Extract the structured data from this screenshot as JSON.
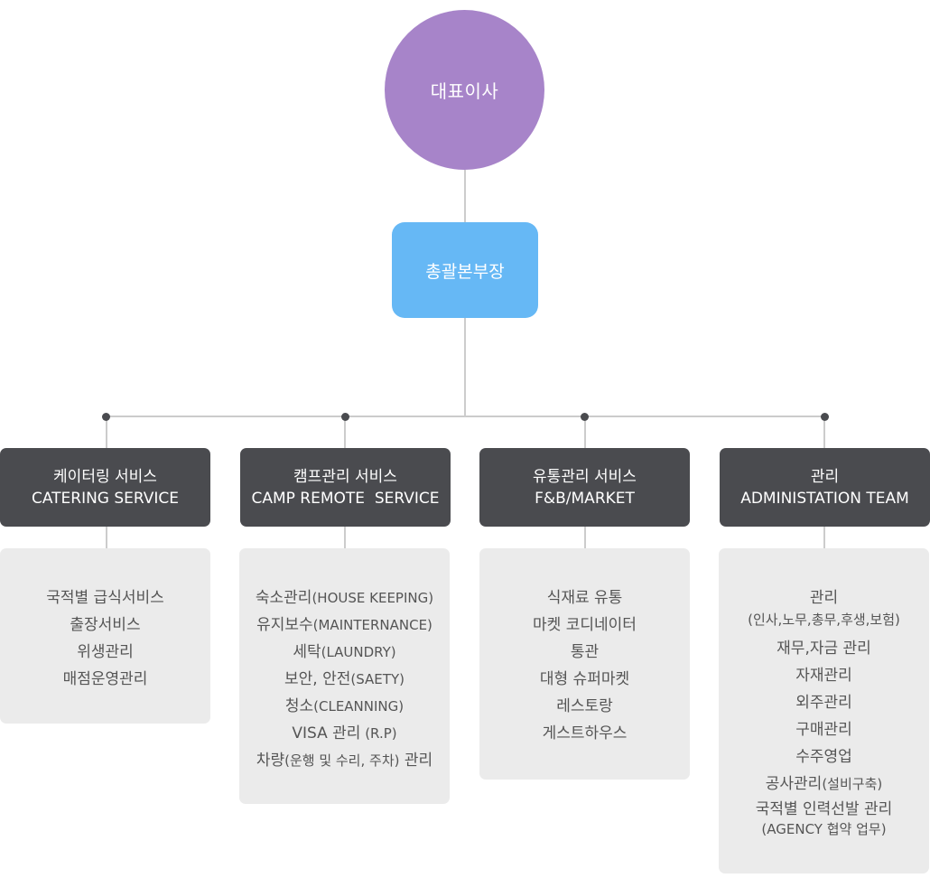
{
  "ceo": {
    "label": "대표이사"
  },
  "gm": {
    "label": "총괄본부장"
  },
  "departments": [
    {
      "title_ko": "케이터링 서비스",
      "title_en": "CATERING SERVICE",
      "items": [
        "국적별 급식서비스",
        "출장서비스",
        "위생관리",
        "매점운영관리"
      ]
    },
    {
      "title_ko": "캠프관리 서비스",
      "title_en": "CAMP REMOTE  SERVICE",
      "items": [
        {
          "main": "숙소관리",
          "note": "(HOUSE KEEPING)"
        },
        {
          "main": "유지보수",
          "note": "(MAINTERNANCE)"
        },
        {
          "main": "세탁",
          "note": "(LAUNDRY)"
        },
        {
          "main": "보안, 안전",
          "note": "(SAETY)"
        },
        {
          "main": "청소",
          "note": "(CLEANNING)"
        },
        {
          "main": "VISA 관리",
          "note": " (R.P)"
        },
        {
          "main": "차량",
          "note": "(운행 및 수리, 주차)",
          "tail": " 관리"
        }
      ]
    },
    {
      "title_ko": "유통관리 서비스",
      "title_en": "F&B/MARKET",
      "items": [
        "식재료 유통",
        "마켓 코디네이터",
        "통관",
        "대형 슈퍼마켓",
        "레스토랑",
        "게스트하우스"
      ]
    },
    {
      "title_ko": "관리",
      "title_en": "ADMINISTATION TEAM",
      "items": [
        {
          "main": "관리",
          "sub": "(인사,노무,총무,후생,보험)"
        },
        {
          "main": "재무,자금 관리"
        },
        {
          "main": "자재관리"
        },
        {
          "main": "외주관리"
        },
        {
          "main": "구매관리"
        },
        {
          "main": "수주영업"
        },
        {
          "main": "공사관리",
          "note": "(설비구축)"
        },
        {
          "main": "국적별 인력선발 관리",
          "sub": "(AGENCY 협약 업무)"
        }
      ]
    }
  ],
  "colors": {
    "ceo": "#a784c9",
    "gm": "#66b8f5",
    "department": "#4a4b4f",
    "detail_box": "#ebebeb",
    "connector": "#cccccc"
  }
}
